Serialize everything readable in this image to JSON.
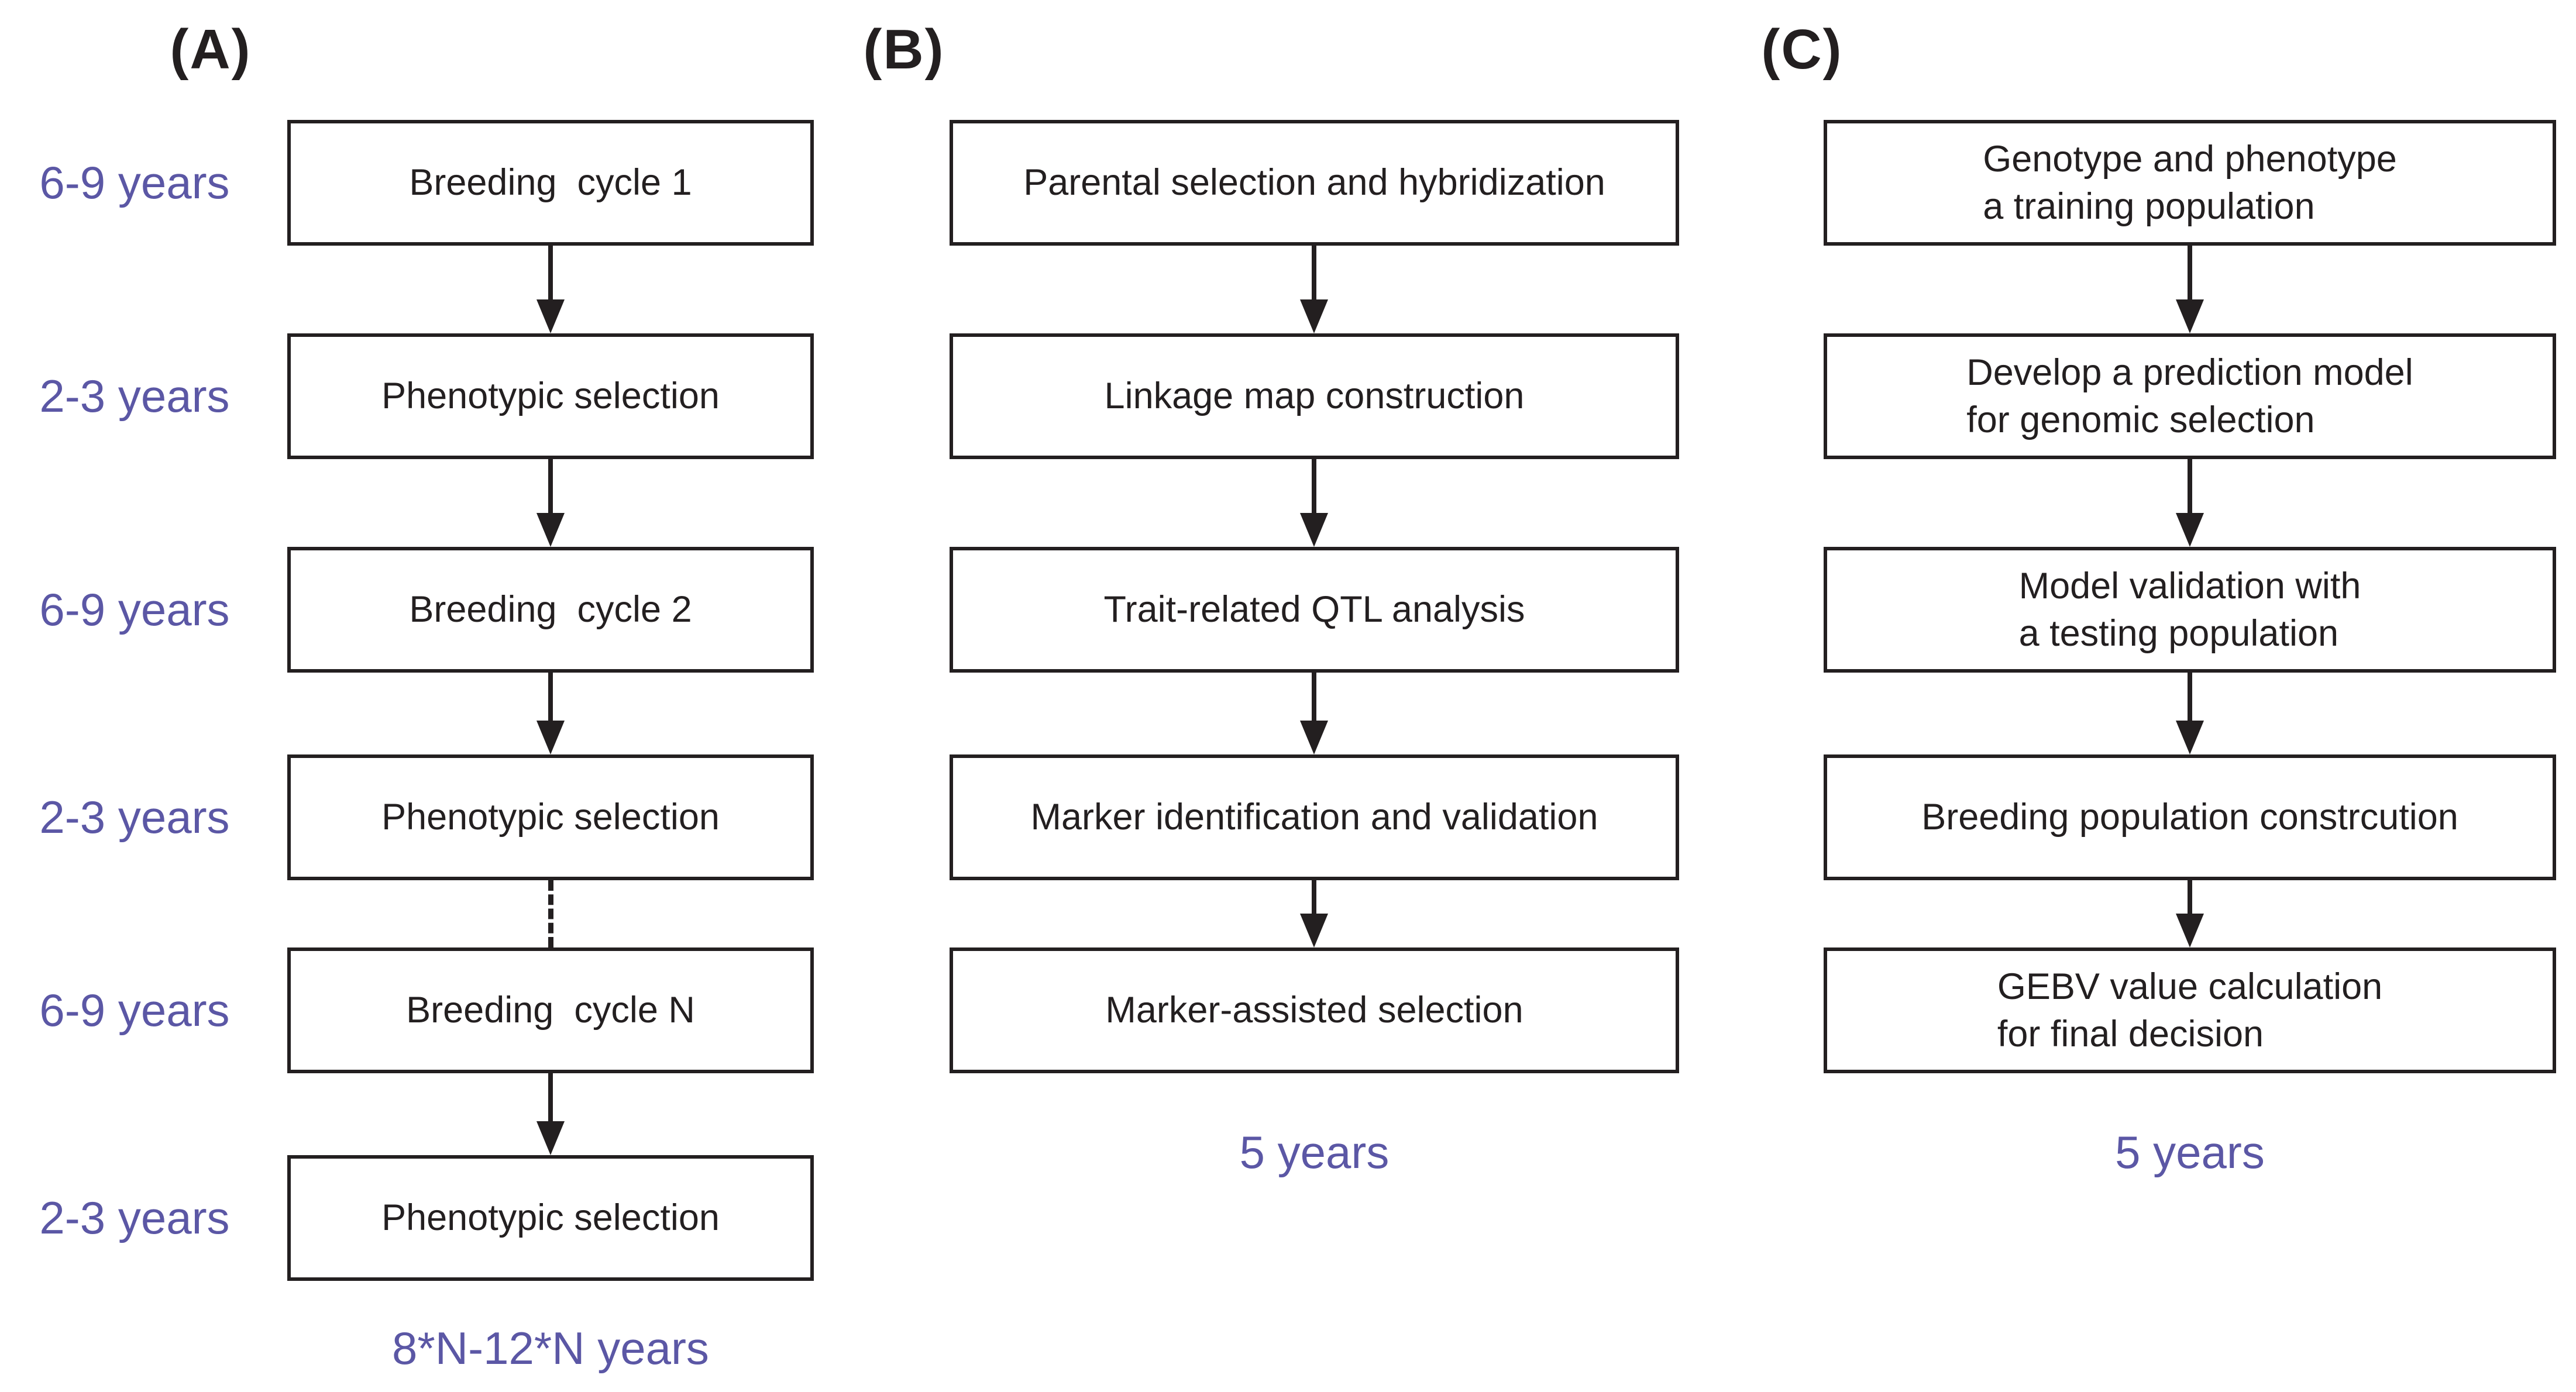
{
  "figure": {
    "background": "#ffffff",
    "ink_color": "#231f20",
    "accent_color": "#5b57a5"
  },
  "columns": {
    "a": {
      "header": "(A)",
      "boxes": [
        "Breeding  cycle 1",
        "Phenotypic selection",
        "Breeding  cycle 2",
        "Phenotypic selection",
        "Breeding  cycle N",
        "Phenotypic selection"
      ],
      "durations": [
        "6-9 years",
        "2-3 years",
        "6-9 years",
        "2-3 years",
        "6-9 years",
        "2-3 years"
      ],
      "total": "8*N-12*N years"
    },
    "b": {
      "header": "(B)",
      "boxes": [
        "Parental selection and hybridization",
        "Linkage map construction",
        "Trait-related QTL analysis",
        "Marker identification and validation",
        "Marker-assisted selection"
      ],
      "total": "5 years"
    },
    "c": {
      "header": "(C)",
      "boxes": [
        "Genotype and phenotype\na training population",
        "Develop a prediction model\nfor genomic selection",
        "Model validation with\na testing population",
        "Breeding population constrcution",
        "GEBV value calculation\nfor final decision"
      ],
      "total": "5 years"
    }
  }
}
